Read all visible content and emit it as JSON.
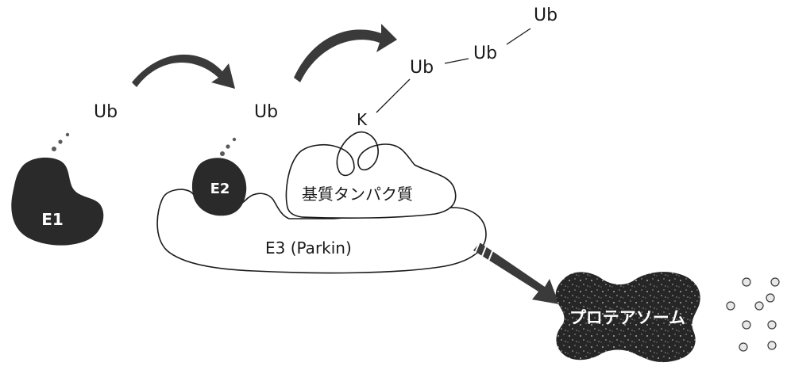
{
  "labels": {
    "ub_e1": "Ub",
    "ub_e2": "Ub",
    "ub_chain_1": "Ub",
    "ub_chain_2": "Ub",
    "ub_chain_3": "Ub",
    "lysine": "K",
    "e1": "E1",
    "e2": "E2",
    "e3": "E3 (Parkin)",
    "substrate": "基質タンパク質",
    "proteasome": "プロテアソーム"
  },
  "colors": {
    "ink": "#1a1a1a",
    "enzyme_fill": "#2a2a2a",
    "arrow_fill": "#3a3a3a"
  }
}
